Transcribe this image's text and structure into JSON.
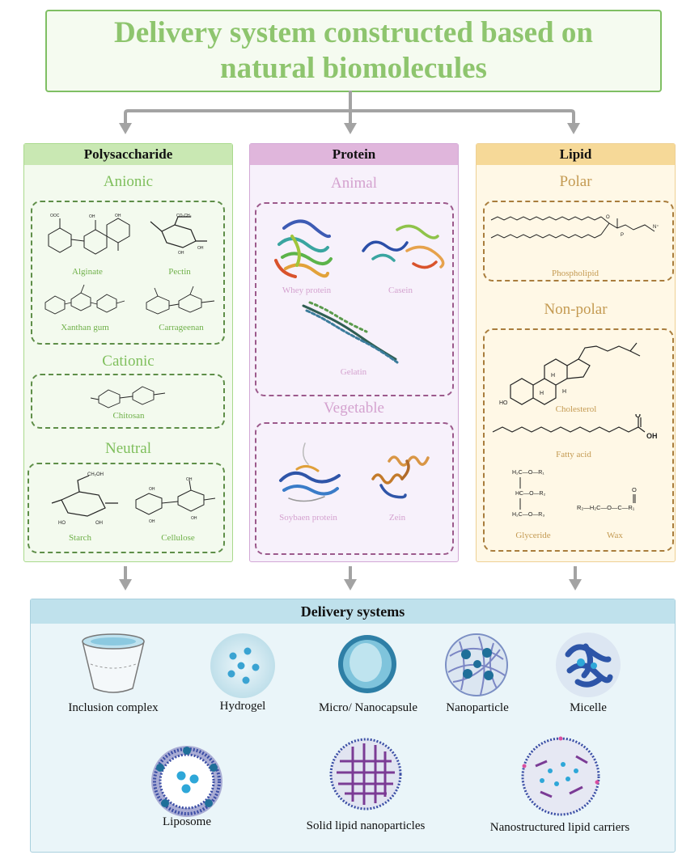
{
  "title": {
    "line1": "Delivery system constructed based on",
    "line2": "natural biomolecules"
  },
  "colors": {
    "green": "#8ec56e",
    "purple": "#c98fc0",
    "orange": "#c49a52",
    "blue": "#6fb8d0",
    "arrow": "#a3a3a3"
  },
  "polysaccharide": {
    "header": "Polysaccharide",
    "anionic": {
      "title": "Anionic",
      "items": [
        "Alginate",
        "Pectin",
        "Xanthan gum",
        "Carrageenan"
      ]
    },
    "cationic": {
      "title": "Cationic",
      "items": [
        "Chitosan"
      ]
    },
    "neutral": {
      "title": "Neutral",
      "items": [
        "Starch",
        "Cellulose"
      ]
    }
  },
  "protein": {
    "header": "Protein",
    "animal": {
      "title": "Animal",
      "items": [
        "Whey protein",
        "Casein",
        "Gelatin"
      ]
    },
    "vegetable": {
      "title": "Vegetable",
      "items": [
        "Soybaen protein",
        "Zein"
      ]
    }
  },
  "lipid": {
    "header": "Lipid",
    "polar": {
      "title": "Polar",
      "items": [
        "Phospholipid"
      ]
    },
    "nonpolar": {
      "title": "Non-polar",
      "items": [
        "Cholesterol",
        "Fatty acid",
        "Glyceride",
        "Wax"
      ]
    }
  },
  "delivery": {
    "header": "Delivery systems",
    "row1": [
      "Inclusion complex",
      "Hydrogel",
      "Micro/ Nanocapsule",
      "Nanoparticle",
      "Micelle"
    ],
    "row2": [
      "Liposome",
      "Solid lipid nanoparticles",
      "Nanostructured lipid carriers"
    ]
  },
  "icons": [
    "arrow-down-icon",
    "cup-icon",
    "hydrogel-icon",
    "capsule-icon",
    "nanoparticle-icon",
    "micelle-icon",
    "liposome-icon",
    "sln-icon",
    "nlc-icon"
  ]
}
